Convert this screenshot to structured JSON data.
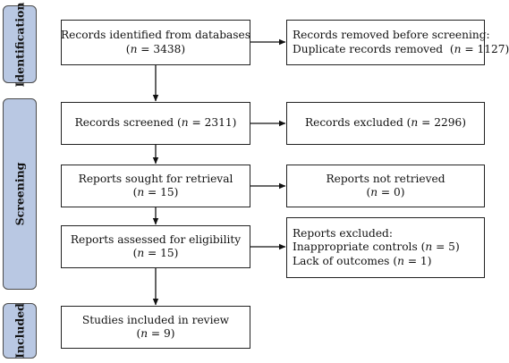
{
  "phases": {
    "identification": "Identification",
    "screening": "Screening",
    "included": "Included"
  },
  "identification": {
    "records_identified": {
      "label": "Records identified from databases",
      "n": "3438"
    },
    "records_removed": {
      "title": "Records removed before screening:",
      "item": "Duplicate records removed",
      "n": "1127"
    }
  },
  "screening": {
    "records_screened": {
      "label": "Records screened",
      "n": "2311"
    },
    "records_excluded": {
      "label": "Records excluded",
      "n": "2296"
    },
    "reports_sought": {
      "label": "Reports sought for retrieval",
      "n": "15"
    },
    "reports_not_retrieved": {
      "label": "Reports not retrieved",
      "n": "0"
    },
    "reports_assessed": {
      "label": "Reports assessed for eligibility",
      "n": "15"
    },
    "reports_excluded": {
      "title": "Reports excluded:",
      "reasons": [
        {
          "label": "Inappropriate controls",
          "n": "5"
        },
        {
          "label": "Lack of outcomes",
          "n": "1"
        }
      ]
    }
  },
  "included": {
    "studies_included": {
      "label": "Studies included in review",
      "n": "9"
    }
  },
  "symbols": {
    "n": "n",
    "eq": " = "
  }
}
